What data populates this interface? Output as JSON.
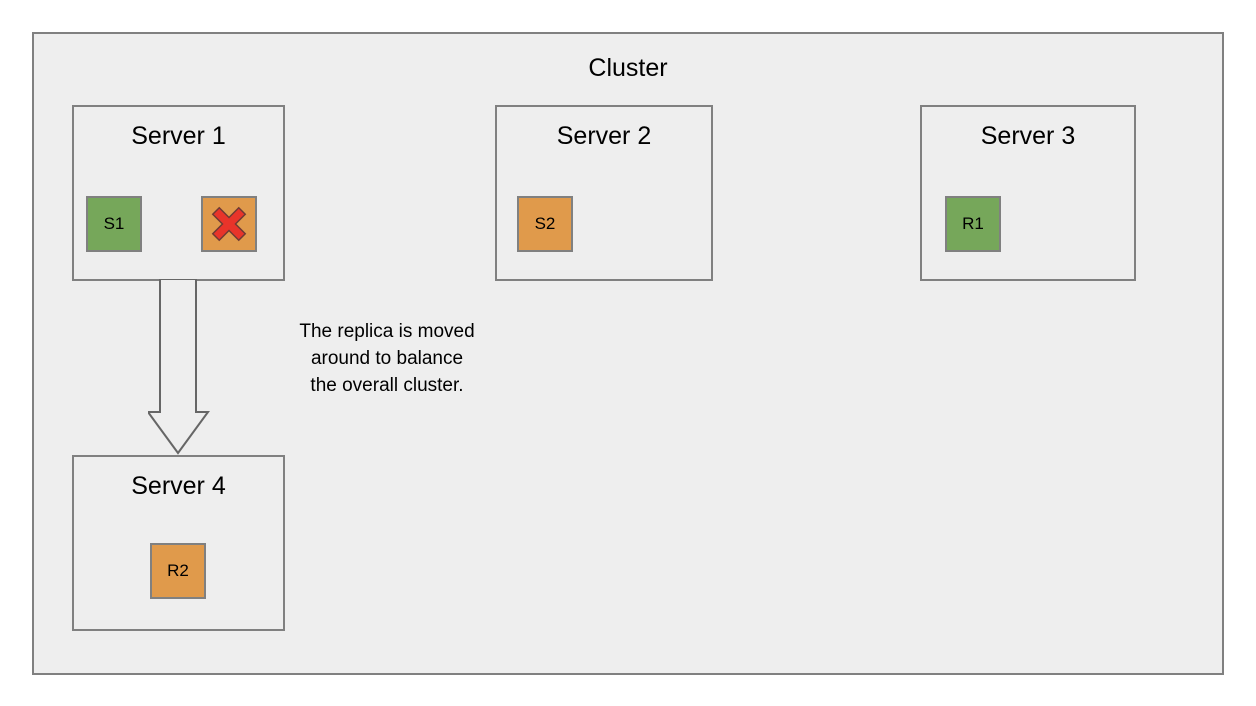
{
  "diagram": {
    "title": "Cluster",
    "background_color": "#ffffff",
    "panel_color": "#eeeeee",
    "border_color": "#808080",
    "colors": {
      "green": "#76a75a",
      "orange": "#e09a4b",
      "failure_red": "#e8342a",
      "failure_red_outline": "#7a3b33"
    }
  },
  "servers": [
    {
      "id": "server1",
      "label": "Server 1",
      "tiles": [
        {
          "id": "tile-s1",
          "label": "S1",
          "color": "green",
          "status": "ok"
        },
        {
          "id": "tile-x",
          "label": "",
          "color": "orange",
          "status": "failed",
          "icon": "red-x-icon"
        }
      ]
    },
    {
      "id": "server2",
      "label": "Server 2",
      "tiles": [
        {
          "id": "tile-s2",
          "label": "S2",
          "color": "orange",
          "status": "ok"
        }
      ]
    },
    {
      "id": "server3",
      "label": "Server 3",
      "tiles": [
        {
          "id": "tile-r1",
          "label": "R1",
          "color": "green",
          "status": "ok"
        }
      ]
    },
    {
      "id": "server4",
      "label": "Server 4",
      "tiles": [
        {
          "id": "tile-r2",
          "label": "R2",
          "color": "orange",
          "status": "ok"
        }
      ]
    }
  ],
  "annotation": {
    "line1": "The replica is moved",
    "line2": "around to balance",
    "line3": "the overall cluster."
  },
  "arrow": {
    "direction": "down",
    "from": "server1",
    "to": "server4",
    "style": "hollow-block-arrow"
  }
}
